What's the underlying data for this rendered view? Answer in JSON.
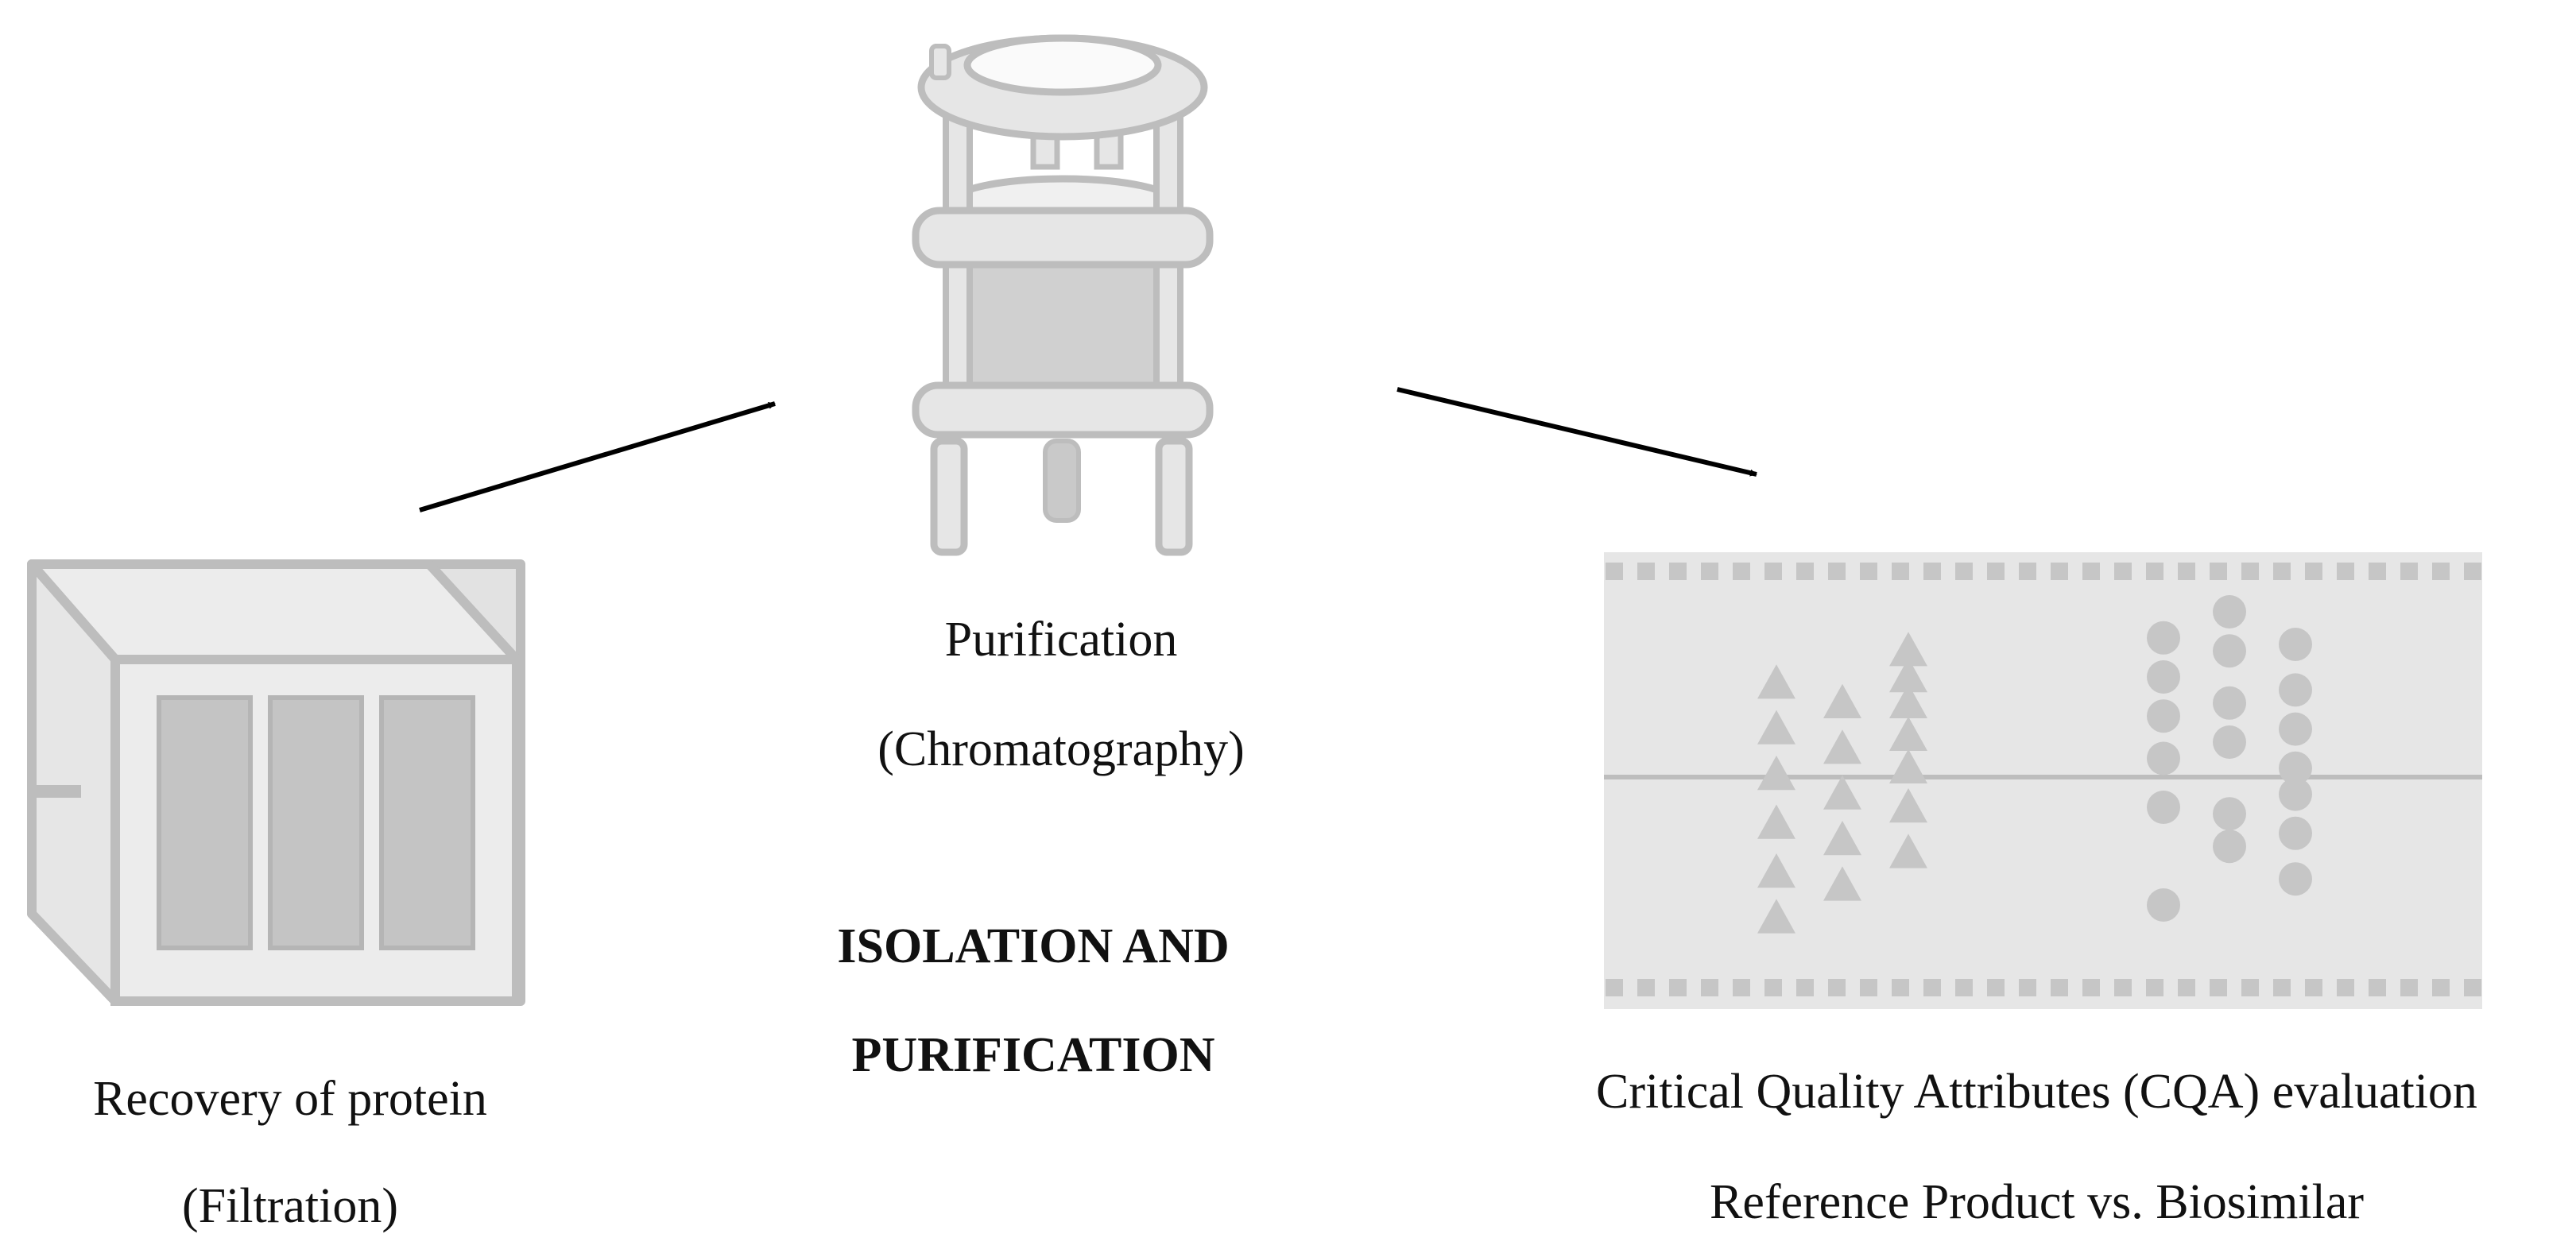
{
  "steps": [
    {
      "id": "filtration",
      "title": "Recovery of protein",
      "subtitle": "(Filtration)",
      "icon": "filtration-unit-icon"
    },
    {
      "id": "chromatography",
      "title": "Purification",
      "subtitle": "(Chromatography)",
      "icon": "chromatography-column-icon"
    },
    {
      "id": "cqa",
      "title": "Critical Quality Attributes (CQA) evaluation",
      "subtitle": "Reference Product vs. Biosimilar",
      "icon": "cqa-scatter-plot-icon"
    }
  ],
  "stage_heading": {
    "line1": "ISOLATION AND",
    "line2": "PURIFICATION"
  },
  "plot_groups": [
    {
      "marker": "triangle",
      "columns": [
        [
          0.78,
          0.64,
          0.5,
          0.35,
          0.2,
          0.06
        ],
        [
          0.72,
          0.58,
          0.44,
          0.3,
          0.16
        ],
        [
          0.88,
          0.8,
          0.72,
          0.62,
          0.52,
          0.4,
          0.26
        ]
      ]
    },
    {
      "marker": "circle",
      "columns": [
        [
          0.92,
          0.8,
          0.68,
          0.55,
          0.4,
          0.1
        ],
        [
          1.0,
          0.88,
          0.72,
          0.6,
          0.38,
          0.28
        ],
        [
          0.9,
          0.76,
          0.64,
          0.52,
          0.44,
          0.32,
          0.18
        ]
      ]
    }
  ],
  "colors": {
    "icon_fill": "#e3e3e3",
    "icon_stroke": "#bdbdbd",
    "icon_dark": "#c6c6c6",
    "arrow": "#000000"
  }
}
